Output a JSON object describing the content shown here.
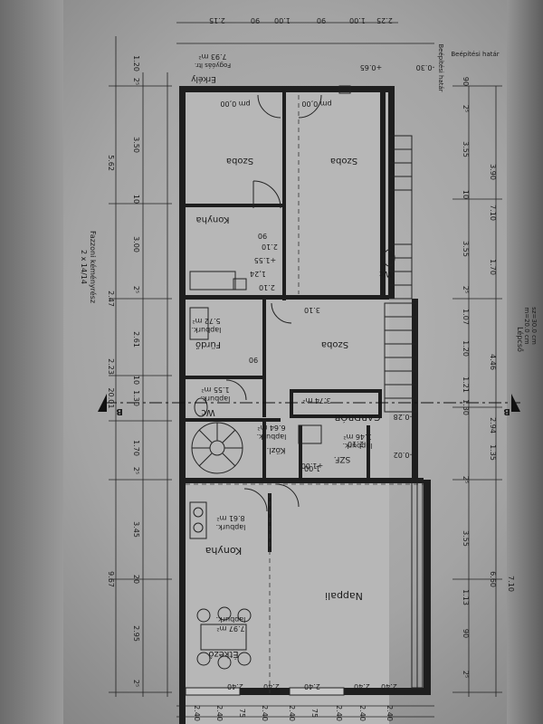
{
  "plan": {
    "top_dims": [
      "2.15",
      "90",
      "1.00",
      "90",
      "1.00",
      "2.25"
    ],
    "top_right_labels": [
      "Beépítési határ",
      "Beépítési határ"
    ],
    "area_note": "7.93 m²",
    "area_note_sub": "Fogyóás ltr.",
    "porch": "Erkély",
    "levels": {
      "pm000_a": "pm 0,00",
      "pm000_b": "pm 0,00",
      "pm065": "+0.65",
      "pm030": "-0.30",
      "pm155": "+1.55",
      "pm124": "1,24",
      "pm028": "-0.28",
      "pm002": "-0.02",
      "pm100": "+1.00"
    },
    "rooms": {
      "szoba1": "Szoba",
      "szoba2": "Szoba",
      "konyha_small": "Konyha",
      "furdo": "Fürdő",
      "wc1": "Wc",
      "wc2": "Wc",
      "szoba3": "Szoba",
      "garderob": "GARDRÓB",
      "kozl": "Közl.",
      "szf": "SZF.",
      "konyha": "Konyha",
      "nappali": "Nappali",
      "etkezo": "Étkező"
    },
    "areas": {
      "furdo": "5.72 m²",
      "furdo_label": "lapburk.",
      "wc": "1.55 m²",
      "wc_label": "lapburk.",
      "kozl": "6.64 m²",
      "kozl_label": "lapburk.",
      "szf": "3.46 m²",
      "szf_label": "lapburk.",
      "garderob": "3.74 m²",
      "konyha": "8.61 m²",
      "konyha_label": "lapburk.",
      "etkezo": "7.97 m²",
      "etkezo_label": "lapburk."
    },
    "left_dims": [
      "1.20",
      "2⁵",
      "3.50",
      "10",
      "3.00",
      "2⁵",
      "2.61",
      "10",
      "1.30",
      "1.70",
      "2⁵",
      "3.45",
      "20",
      "2.95",
      "2⁵"
    ],
    "left_dims_outer": [
      "5.62",
      "2.47",
      "2.23",
      "20.01",
      "9.67"
    ],
    "left_note": "Fazzoni kéményrész",
    "left_note_sub": "2 x 14/14",
    "right_dims": [
      "90",
      "2⁵",
      "3.55",
      "10",
      "3.55",
      "2⁵",
      "1.07",
      "1.20",
      "1.21",
      "1.30",
      "2⁵",
      "3.55",
      "1.13",
      "90",
      "2⁵"
    ],
    "right_dims_outer": [
      "3.90",
      "7.10",
      "1.70",
      "4.46",
      "2.94",
      "1.35",
      "6.60",
      "7.10"
    ],
    "stair_note": "Lépcső",
    "stair_note_sub": "m=20.0 cm",
    "stair_note_sub2": "sz=30.0 cm",
    "section": "B",
    "bottom_dims": [
      "2.40",
      "2.40",
      "75",
      "2.40",
      "2.40",
      "75",
      "2.40",
      "2.40",
      "2.40"
    ],
    "window_dims": [
      "2.40",
      "2.40",
      "2.40",
      "2.40",
      "2.40"
    ],
    "door_dims": [
      "90",
      "2.10",
      "2.10",
      "90",
      "1.00",
      "2.10",
      "3.10"
    ]
  }
}
